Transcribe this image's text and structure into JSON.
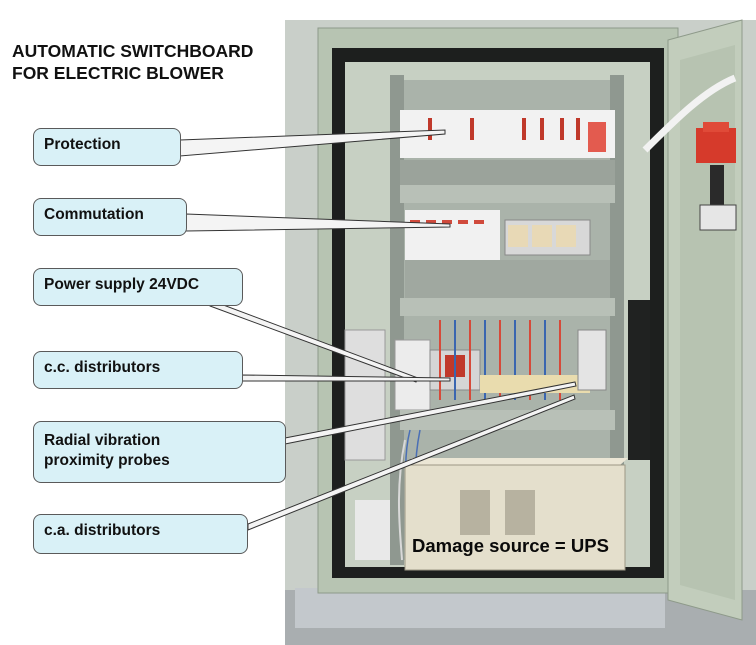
{
  "title": {
    "line1": "AUTOMATIC SWITCHBOARD",
    "line2": "FOR ELECTRIC BLOWER"
  },
  "callouts": [
    {
      "id": "protection",
      "label": "Protection"
    },
    {
      "id": "commutation",
      "label": "Commutation"
    },
    {
      "id": "power-supply",
      "label": "Power supply 24VDC"
    },
    {
      "id": "cc-distributors",
      "label": "c.c. distributors"
    },
    {
      "id": "radial-vibration",
      "label_line1": "Radial vibration",
      "label_line2": "proximity probes"
    },
    {
      "id": "ca-distributors",
      "label": "c.a. distributors"
    }
  ],
  "ups_label": "Damage source = UPS"
}
